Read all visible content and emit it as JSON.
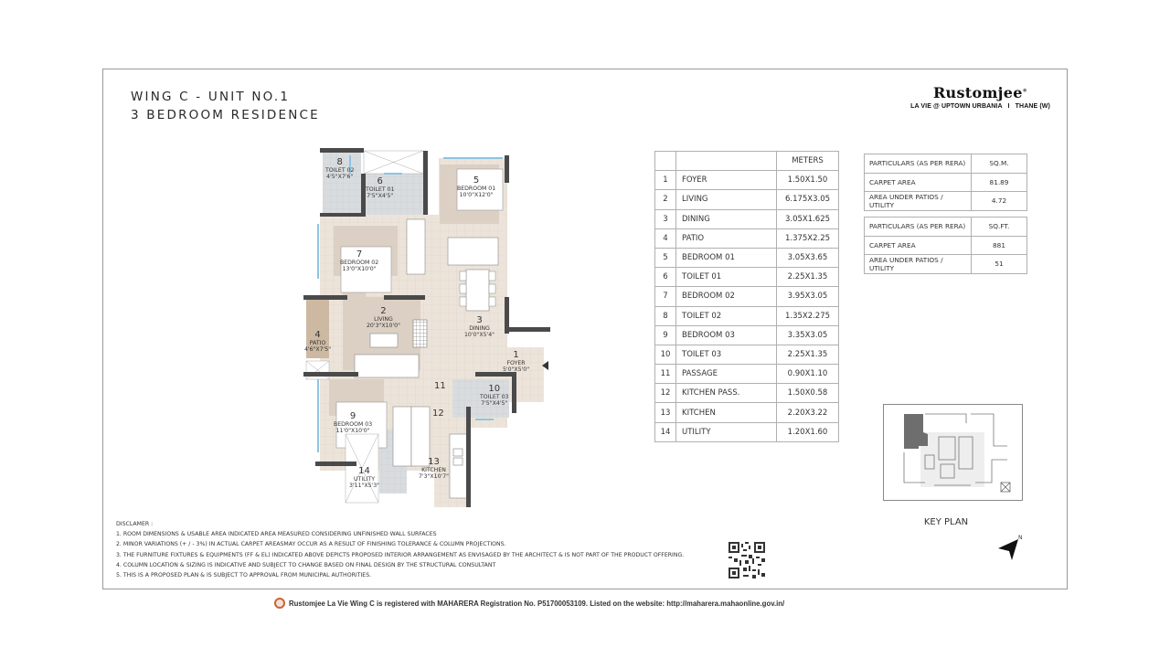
{
  "header": {
    "title_line1": "WING C - UNIT NO.1",
    "title_line2": "3 BEDROOM RESIDENCE"
  },
  "brand": {
    "logo": "Rustomjee",
    "registered_mark": "®",
    "subtitle": "LA VIE @ UPTOWN URBANIA   I   THANE (W)"
  },
  "room_table": {
    "header_unit": "METERS",
    "rows": [
      {
        "no": "1",
        "name": "FOYER",
        "dim": "1.50X1.50"
      },
      {
        "no": "2",
        "name": "LIVING",
        "dim": "6.175X3.05"
      },
      {
        "no": "3",
        "name": "DINING",
        "dim": "3.05X1.625"
      },
      {
        "no": "4",
        "name": "PATIO",
        "dim": "1.375X2.25"
      },
      {
        "no": "5",
        "name": "BEDROOM 01",
        "dim": "3.05X3.65"
      },
      {
        "no": "6",
        "name": "TOILET 01",
        "dim": "2.25X1.35"
      },
      {
        "no": "7",
        "name": "BEDROOM 02",
        "dim": "3.95X3.05"
      },
      {
        "no": "8",
        "name": "TOILET 02",
        "dim": "1.35X2.275"
      },
      {
        "no": "9",
        "name": "BEDROOM 03",
        "dim": "3.35X3.05"
      },
      {
        "no": "10",
        "name": "TOILET 03",
        "dim": "2.25X1.35"
      },
      {
        "no": "11",
        "name": "PASSAGE",
        "dim": "0.90X1.10"
      },
      {
        "no": "12",
        "name": "KITCHEN PASS.",
        "dim": "1.50X0.58"
      },
      {
        "no": "13",
        "name": "KITCHEN",
        "dim": "2.20X3.22"
      },
      {
        "no": "14",
        "name": "UTILITY",
        "dim": "1.20X1.60"
      }
    ]
  },
  "area_sqm": {
    "header_label": "PARTICULARS (AS PER RERA)",
    "header_unit": "SQ.M.",
    "rows": [
      {
        "label": "CARPET AREA",
        "value": "81.89"
      },
      {
        "label": "AREA UNDER PATIOS / UTILITY",
        "value": "4.72"
      }
    ]
  },
  "area_sqft": {
    "header_label": "PARTICULARS (AS PER RERA)",
    "header_unit": "SQ.FT.",
    "rows": [
      {
        "label": "CARPET AREA",
        "value": "881"
      },
      {
        "label": "AREA UNDER PATIOS / UTILITY",
        "value": "51"
      }
    ]
  },
  "floor_plan": {
    "rooms": [
      {
        "num": "1",
        "name": "FOYER",
        "size": "5'0\"X5'0\""
      },
      {
        "num": "2",
        "name": "LIVING",
        "size": "20'3\"X10'0\""
      },
      {
        "num": "3",
        "name": "DINING",
        "size": "10'0\"X5'4\""
      },
      {
        "num": "4",
        "name": "PATIO",
        "size": "4'6\"X7'5\""
      },
      {
        "num": "5",
        "name": "BEDROOM 01",
        "size": "10'0\"X12'0\""
      },
      {
        "num": "6",
        "name": "TOILET 01",
        "size": "7'5\"X4'5\""
      },
      {
        "num": "7",
        "name": "BEDROOM 02",
        "size": "13'0\"X10'0\""
      },
      {
        "num": "8",
        "name": "TOILET 02",
        "size": "4'5\"X7'6\""
      },
      {
        "num": "9",
        "name": "BEDROOM 03",
        "size": "11'0\"X10'0\""
      },
      {
        "num": "10",
        "name": "TOILET 03",
        "size": "7'5\"X4'5\""
      },
      {
        "num": "11",
        "name": "",
        "size": ""
      },
      {
        "num": "12",
        "name": "",
        "size": ""
      },
      {
        "num": "13",
        "name": "KITCHEN",
        "size": "7'3\"X10'7\""
      },
      {
        "num": "14",
        "name": "UTILITY",
        "size": "3'11\"X5'3\""
      }
    ]
  },
  "key_plan": {
    "label": "KEY PLAN"
  },
  "disclaimer": {
    "heading": "DISCLAMER :",
    "items": [
      "1. ROOM DIMENSIONS & USABLE AREA INDICATED AREA MEASURED CONSIDERING UNFINISHED WALL SURFACES",
      "2. MINOR VARIATIONS (+ / - 3%) IN ACTUAL CARPET AREASMAY OCCUR AS A RESULT OF FINISHING TOLERANCE & COLUMN PROJECTIONS.",
      "3. THE FURNITURE FIXTURES & EQUIPMENTS (FF & EL) INDICATED ABOVE DEPICTS PROPOSED INTERIOR ARRANGEMENT AS ENVISAGED BY THE ARCHITECT & IS NOT PART OF THE  PRODUCT OFFERING.",
      "4. COLUMN LOCATION & SIZING IS INDICATIVE AND SUBJECT TO CHANGE BASED ON FINAL DESIGN BY THE STRUCTURAL CONSULTANT",
      "5. THIS IS A PROPOSED PLAN & IS SUBJECT TO APPROVAL FROM MUNICIPAL AUTHORITIES."
    ]
  },
  "footer": {
    "text": "Rustomjee La Vie Wing C is registered with MAHARERA Registration No. P51700053109. Listed on the website: http://maharera.mahaonline.gov.in/"
  },
  "colors": {
    "wall": "#4a4a4a",
    "floor_tile": "#ece4da",
    "toilet_tile": "#d9dcde",
    "rug": "#dcd0c4",
    "window": "#8fc4e0",
    "key_highlight": "#6e6e6e"
  }
}
